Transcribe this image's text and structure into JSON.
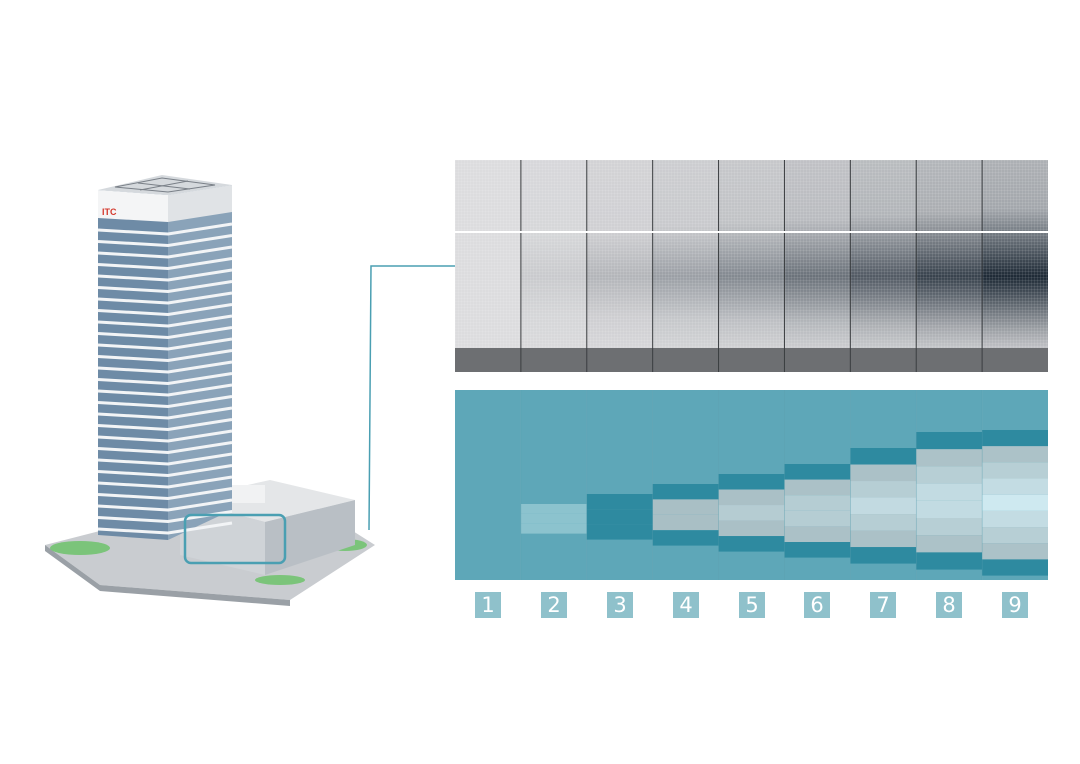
{
  "building": {
    "logo_text": "ITC"
  },
  "colors": {
    "panel_teal": "#5ea7b8",
    "band_dark": "#2e8aa0",
    "band_light": "#f0f9fa",
    "label_bg": "#8fc1cb",
    "leader_line": "#4a9fb2",
    "facade_light": "#dcdcde",
    "facade_dark": "#1e2a36"
  },
  "steps": [
    {
      "label": "1",
      "intensity": 0
    },
    {
      "label": "2",
      "intensity": 1
    },
    {
      "label": "3",
      "intensity": 2
    },
    {
      "label": "4",
      "intensity": 3
    },
    {
      "label": "5",
      "intensity": 4
    },
    {
      "label": "6",
      "intensity": 5
    },
    {
      "label": "7",
      "intensity": 6
    },
    {
      "label": "8",
      "intensity": 7
    },
    {
      "label": "9",
      "intensity": 8
    }
  ]
}
